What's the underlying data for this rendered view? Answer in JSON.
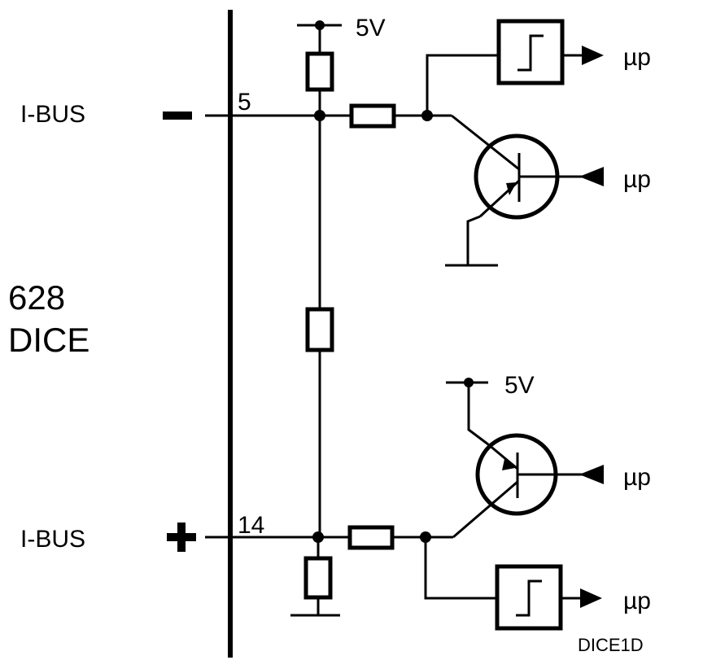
{
  "labels": {
    "bus_top": "I-BUS",
    "bus_bottom": "I-BUS",
    "pin_top": "5",
    "pin_bottom": "14",
    "device_line1": "628",
    "device_line2": "DICE",
    "supply_top": "5V",
    "supply_bottom": "5V",
    "up_top_schmitt": "µp",
    "up_top_transistor": "µp",
    "up_bottom_transistor": "µp",
    "up_bottom_schmitt": "µp",
    "figure_id": "DICE1D"
  }
}
